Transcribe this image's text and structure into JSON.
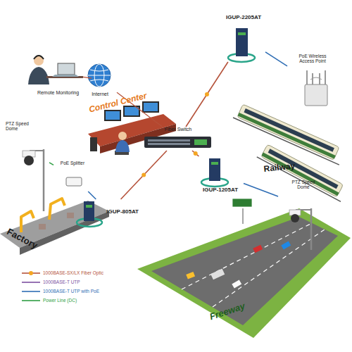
{
  "diagram": {
    "nodes": [
      {
        "text": [
          "Remote Monitoring"
        ]
      },
      {
        "text": [
          "Internet"
        ]
      },
      {
        "text": [
          "Control Center"
        ]
      },
      {
        "text": [
          "Fiber Switch"
        ]
      },
      {
        "text": [
          "IGUP-2205AT"
        ]
      },
      {
        "text": [
          "PoE Wireless Access Point"
        ]
      },
      {
        "text": [
          "PTZ Speed Dome"
        ]
      },
      {
        "text": [
          "PoE Splitter"
        ]
      },
      {
        "text": [
          "IGUP-1205AT"
        ]
      },
      {
        "text": [
          "PTZ Speed Dome"
        ]
      },
      {
        "text": [
          "IGUP-805AT"
        ]
      }
    ],
    "edges": [
      {
        "from": 0,
        "to": 1,
        "arrow": "none"
      },
      {
        "from": 1,
        "to": 3,
        "arrow": "none"
      },
      {
        "from": 3,
        "to": 4,
        "arrow": "none"
      },
      {
        "from": 3,
        "to": 8,
        "arrow": "none"
      },
      {
        "from": 3,
        "to": 10,
        "arrow": "none"
      },
      {
        "from": 4,
        "to": 5,
        "arrow": "none"
      },
      {
        "from": 8,
        "to": 9,
        "arrow": "none"
      },
      {
        "from": 10,
        "to": 7,
        "arrow": "none"
      },
      {
        "from": 7,
        "to": 6,
        "arrow": "none"
      }
    ],
    "labels": [
      "Railway",
      "Factory",
      "Freeway"
    ],
    "legend": [
      {
        "text": "1000BASE-SX/LX Fiber Optic"
      },
      {
        "text": "1000BASE-T UTP"
      },
      {
        "text": "1000BASE-T UTP with PoE"
      },
      {
        "text": "Power Line (DC)"
      }
    ]
  }
}
